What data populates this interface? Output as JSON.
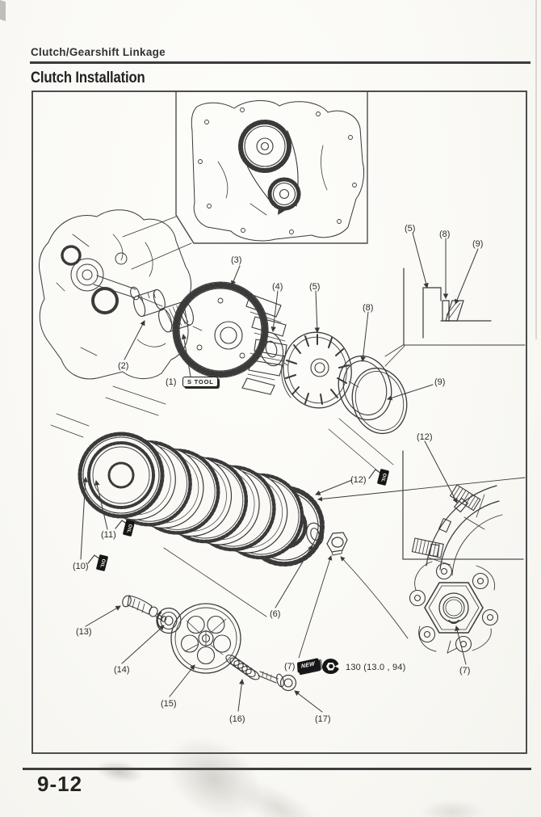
{
  "header": {
    "section_title": "Clutch/Gearshift Linkage",
    "page_title": "Clutch Installation"
  },
  "footer": {
    "page_number": "9-12"
  },
  "figure": {
    "callouts": {
      "n1": "(1)",
      "n2": "(2)",
      "n3": "(3)",
      "n4": "(4)",
      "n5": "(5)",
      "n6": "(6)",
      "n7": "(7)",
      "n8": "(8)",
      "n9": "(9)",
      "n10": "(10)",
      "n11": "(11)",
      "n12": "(12)",
      "n13": "(13)",
      "n14": "(14)",
      "n15": "(15)",
      "n16": "(16)",
      "n17": "(17)"
    },
    "special_tool_badge": "S TOOL",
    "oil_tag": "OIL",
    "new_tag": "NEW",
    "torque_spec": "130 (13.0 , 94)"
  },
  "colors": {
    "ink": "#3a3a3a",
    "paper": "#faf9f5",
    "frame": "#4d4d4d",
    "tag_black": "#161616"
  }
}
